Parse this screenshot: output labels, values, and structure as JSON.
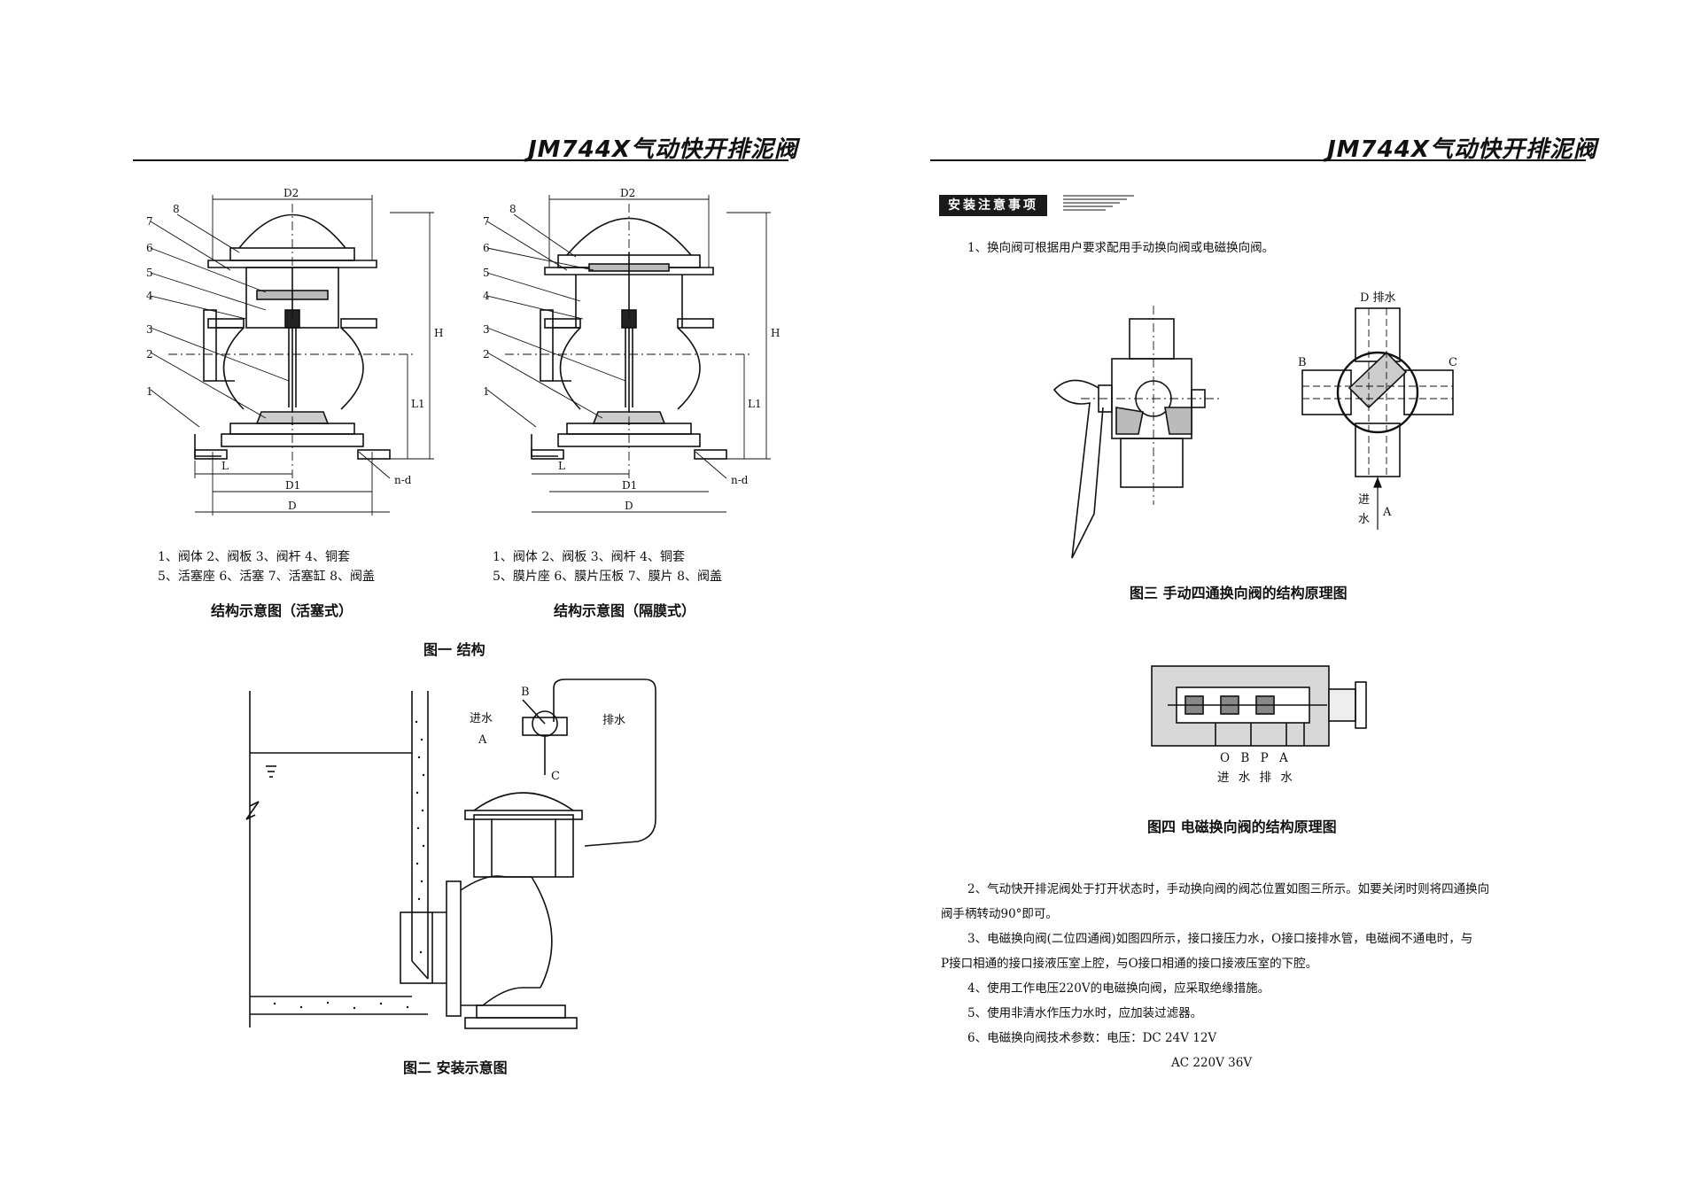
{
  "header": {
    "left_title": "JM744X气动快开排泥阀",
    "right_title": "JM744X气动快开排泥阀"
  },
  "left": {
    "fig_piston": {
      "labels": [
        "D2",
        "H",
        "L1",
        "L",
        "D1",
        "D",
        "n-d",
        "1",
        "2",
        "3",
        "4",
        "5",
        "6",
        "7",
        "8"
      ],
      "parts_line1": "1、阀体   2、阀板   3、阀杆   4、铜套",
      "parts_line2": "5、活塞座  6、活塞  7、活塞缸  8、阀盖",
      "caption": "结构示意图（活塞式）"
    },
    "fig_diaphragm": {
      "parts_line1": "1、阀体   2、阀板   3、阀杆   4、铜套",
      "parts_line2": "5、膜片座  6、膜片压板  7、膜片  8、阀盖",
      "caption": "结构示意图（隔膜式）"
    },
    "fig1_caption": "图一  结构",
    "fig2": {
      "label_B": "B",
      "label_inlet": "进水",
      "label_A": "A",
      "label_drain": "排水",
      "label_C": "C",
      "caption": "图二  安装示意图"
    }
  },
  "right": {
    "section_title": "安装注意事项",
    "note1": "1、换向阀可根据用户要求配用手动换向阀或电磁换向阀。",
    "fig3": {
      "label_D": "D 排水",
      "label_B": "B",
      "label_C": "C",
      "label_in1": "进",
      "label_in2": "水",
      "label_A": "A",
      "caption": "图三  手动四通换向阀的结构原理图"
    },
    "fig4": {
      "port_labels": "O  B  P  A",
      "io_labels": "进 水  排 水",
      "caption": "图四  电磁换向阀的结构原理图"
    },
    "note2a": "2、气动快开排泥阀处于打开状态时，手动换向阀的阀芯位置如图三所示。如要关闭时则将四通换向",
    "note2b": "阀手柄转动90°即可。",
    "note3a": "3、电磁换向阀(二位四通阀)如图四所示，接口接压力水，O接口接排水管，电磁阀不通电时，与",
    "note3b": "P接口相通的接口接液压室上腔，与O接口相通的接口接液压室的下腔。",
    "note4": "4、使用工作电压220V的电磁换向阀，应采取绝缘措施。",
    "note5": "5、使用非清水作压力水时，应加装过滤器。",
    "note6a": "6、电磁换向阀技术参数：电压：DC    24V     12V",
    "note6b": "AC    220V    36V"
  }
}
